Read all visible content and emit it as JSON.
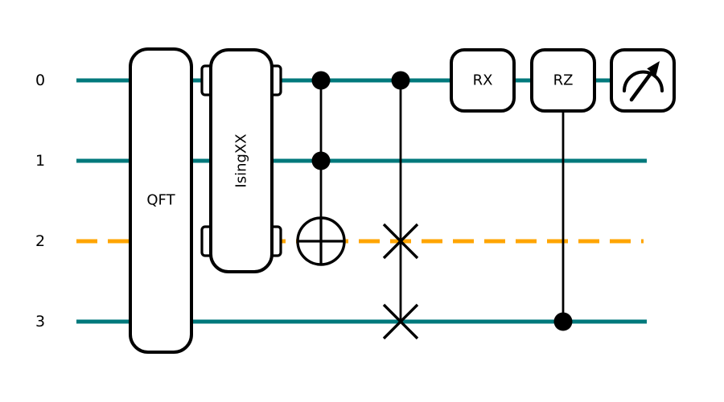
{
  "colors": {
    "background": "#ffffff",
    "wire_teal": "#00797C",
    "wire_orange": "#FFA500",
    "gate_outline": "#000000",
    "gate_fill": "#ffffff",
    "label_text": "#000000"
  },
  "circuit": {
    "wires": [
      {
        "label": "0",
        "style": "solid teal"
      },
      {
        "label": "1",
        "style": "solid teal"
      },
      {
        "label": "2",
        "style": "dashed orange"
      },
      {
        "label": "3",
        "style": "solid teal"
      }
    ],
    "gates": [
      {
        "type": "QFT",
        "label": "QFT",
        "wires": [
          0,
          1,
          2,
          3
        ]
      },
      {
        "type": "IsingXX",
        "label": "IsingXX",
        "wires": [
          0,
          2
        ]
      },
      {
        "type": "Toffoli",
        "controls": [
          0,
          1
        ],
        "target_wire": 2
      },
      {
        "type": "CSWAP",
        "control": 0,
        "swap_wires": [
          2,
          3
        ]
      },
      {
        "type": "RX",
        "label": "RX",
        "wires": [
          0
        ]
      },
      {
        "type": "CRZ",
        "label": "RZ",
        "wires": [
          0
        ],
        "control": 3
      },
      {
        "type": "measure",
        "icon": "gauge-icon",
        "wires": [
          0
        ]
      }
    ]
  }
}
